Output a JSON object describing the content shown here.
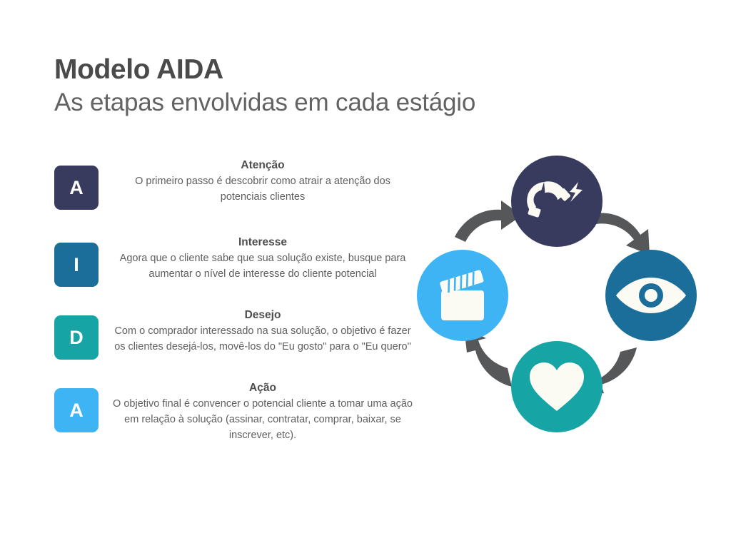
{
  "title": {
    "main": "Modelo AIDA",
    "subtitle": "As etapas envolvidas em cada estágio"
  },
  "colors": {
    "attention": "#393b5e",
    "interest": "#1b6e99",
    "desire": "#16a4a4",
    "action": "#3fb4f5",
    "arrow": "#555759",
    "icon_fill": "#fbfbf4",
    "background": "#ffffff",
    "title_text": "#4a4a4a",
    "body_text": "#5f5f5f"
  },
  "steps": [
    {
      "letter": "A",
      "title": "Atenção",
      "description": "O primeiro passo é descobrir como atrair a atenção dos potenciais clientes",
      "color": "#393b5e",
      "icon": "magnet-icon"
    },
    {
      "letter": "I",
      "title": "Interesse",
      "description": "Agora que o cliente sabe que sua solução existe, busque para aumentar o nível de interesse do cliente potencial",
      "color": "#1b6e99",
      "icon": "eye-icon"
    },
    {
      "letter": "D",
      "title": "Desejo",
      "description": "Com o comprador interessado na sua solução, o objetivo é fazer os clientes desejá-los, movê-los do \"Eu gosto\" para o \"Eu quero\"",
      "color": "#16a4a4",
      "icon": "heart-icon"
    },
    {
      "letter": "A",
      "title": "Ação",
      "description": "O objetivo final é convencer o potencial cliente a tomar uma ação em relação à solução (assinar, contratar, comprar, baixar, se inscrever, etc).",
      "color": "#3fb4f5",
      "icon": "clapperboard-icon"
    }
  ],
  "cycle": {
    "direction": "clockwise",
    "nodes": [
      {
        "position": "top",
        "icon": "magnet-icon",
        "color": "#393b5e",
        "stage": "Atenção"
      },
      {
        "position": "right",
        "icon": "eye-icon",
        "color": "#1b6e99",
        "stage": "Interesse"
      },
      {
        "position": "bottom",
        "icon": "heart-icon",
        "color": "#16a4a4",
        "stage": "Desejo"
      },
      {
        "position": "left",
        "icon": "clapperboard-icon",
        "color": "#3fb4f5",
        "stage": "Ação"
      }
    ],
    "arrows": [
      {
        "name": "arrow-left-to-top",
        "from": "left",
        "to": "top"
      },
      {
        "name": "arrow-top-to-right",
        "from": "top",
        "to": "right"
      },
      {
        "name": "arrow-right-to-bottom",
        "from": "right",
        "to": "bottom"
      },
      {
        "name": "arrow-bottom-to-left",
        "from": "bottom",
        "to": "left"
      }
    ]
  }
}
